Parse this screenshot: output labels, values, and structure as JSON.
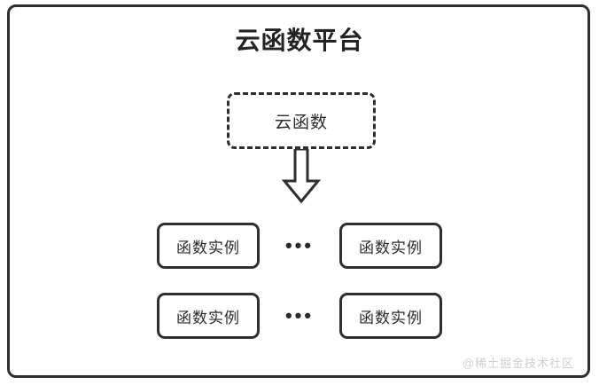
{
  "diagram": {
    "title": "云函数平台",
    "colors": {
      "stroke": "#2f2f2f",
      "text": "#2b2b2b",
      "background": "#ffffff",
      "watermark": "#cfcfcf"
    },
    "cloud_function": {
      "label": "云函数",
      "border_style": "dashed"
    },
    "arrow": {
      "icon": "down-arrow-outline",
      "direction": "down"
    },
    "instance_rows": [
      {
        "left": {
          "label": "函数实例"
        },
        "ellipsis": "•••",
        "right": {
          "label": "函数实例"
        }
      },
      {
        "left": {
          "label": "函数实例"
        },
        "ellipsis": "•••",
        "right": {
          "label": "函数实例"
        }
      }
    ],
    "watermark": "@稀土掘金技术社区"
  }
}
